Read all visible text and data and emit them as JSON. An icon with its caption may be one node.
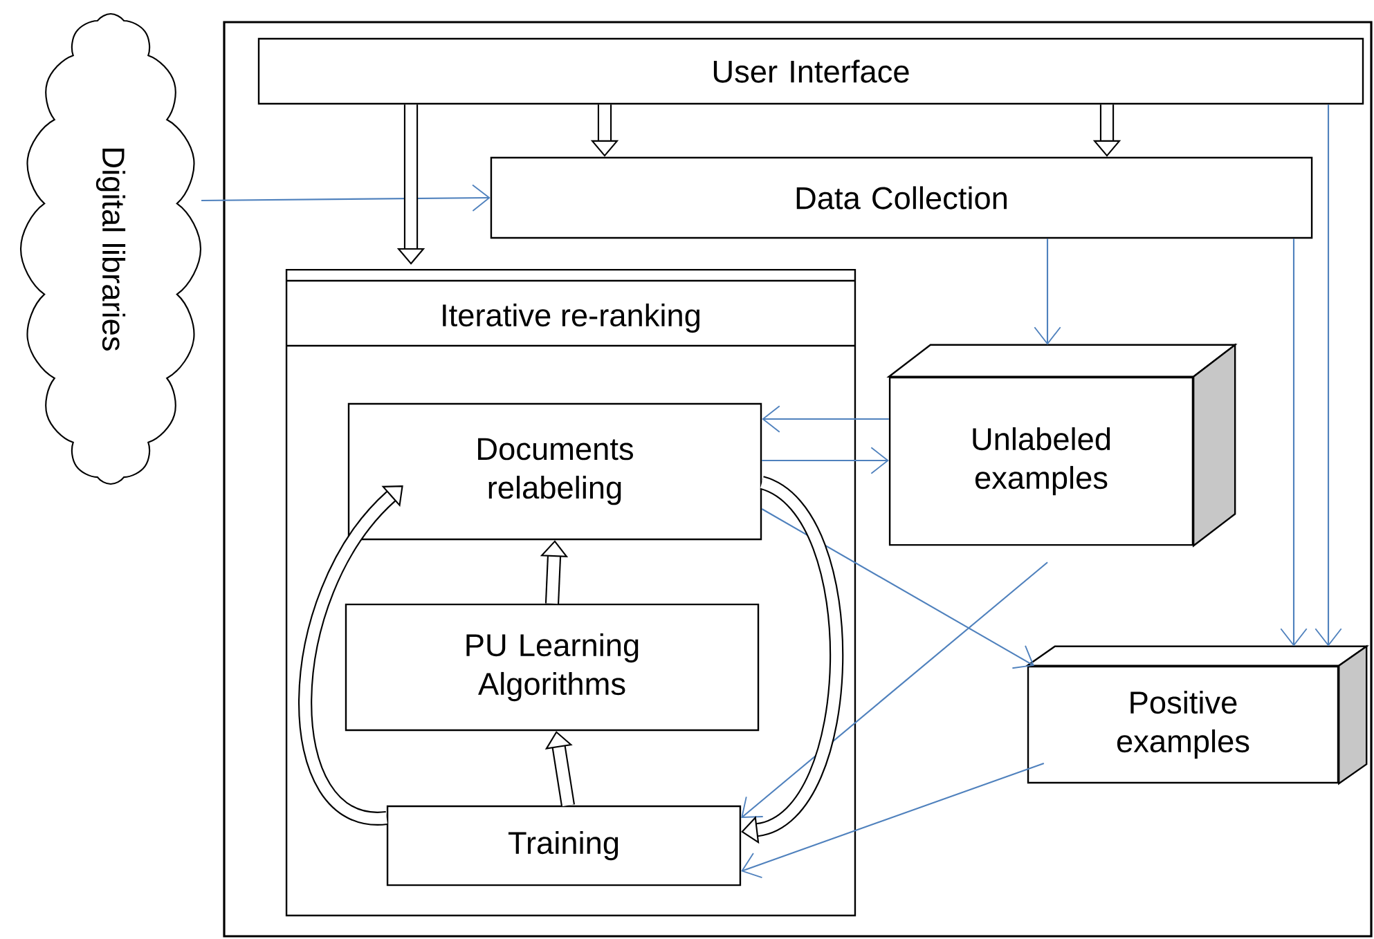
{
  "diagram": {
    "nodes": [
      {
        "text": [
          "Digital libraries"
        ]
      },
      {
        "text": [
          "User Interface"
        ]
      },
      {
        "text": [
          "Data Collection"
        ]
      },
      {
        "text": [
          "Iterative re-ranking"
        ]
      },
      {
        "text": [
          "Documents relabeling"
        ],
        "in": 3
      },
      {
        "text": [
          "PU Learning Algorithms"
        ],
        "in": 3
      },
      {
        "text": [
          "Training"
        ],
        "in": 3
      },
      {
        "text": [
          "Unlabeled examples"
        ]
      },
      {
        "text": [
          "Positive examples"
        ]
      }
    ],
    "edges": [
      {
        "from": 0,
        "to": 2,
        "arrow": "to"
      },
      {
        "from": 1,
        "to": 3,
        "arrow": "to",
        "style": "thick",
        "color": "#000000"
      },
      {
        "from": 1,
        "to": 2,
        "arrow": "to",
        "style": "thick",
        "color": "#000000"
      },
      {
        "from": 1,
        "to": 2,
        "arrow": "to",
        "style": "thick",
        "color": "#000000"
      },
      {
        "from": 1,
        "to": 8,
        "arrow": "to"
      },
      {
        "from": 2,
        "to": 7,
        "arrow": "to"
      },
      {
        "from": 2,
        "to": 8,
        "arrow": "to"
      },
      {
        "from": 7,
        "to": 4,
        "arrow": "to"
      },
      {
        "from": 4,
        "to": 7,
        "arrow": "to"
      },
      {
        "from": 4,
        "to": 8,
        "arrow": "to"
      },
      {
        "from": 7,
        "to": 6,
        "arrow": "to"
      },
      {
        "from": 8,
        "to": 6,
        "arrow": "to"
      },
      {
        "from": 4,
        "to": 6,
        "arrow": "to",
        "style": "thick",
        "color": "#000000"
      },
      {
        "from": 6,
        "to": 4,
        "arrow": "to",
        "style": "thick",
        "color": "#000000"
      },
      {
        "from": 5,
        "to": 4,
        "arrow": "to",
        "style": "thick",
        "color": "#000000"
      },
      {
        "from": 6,
        "to": 5,
        "arrow": "to",
        "style": "thick",
        "color": "#000000"
      }
    ]
  }
}
